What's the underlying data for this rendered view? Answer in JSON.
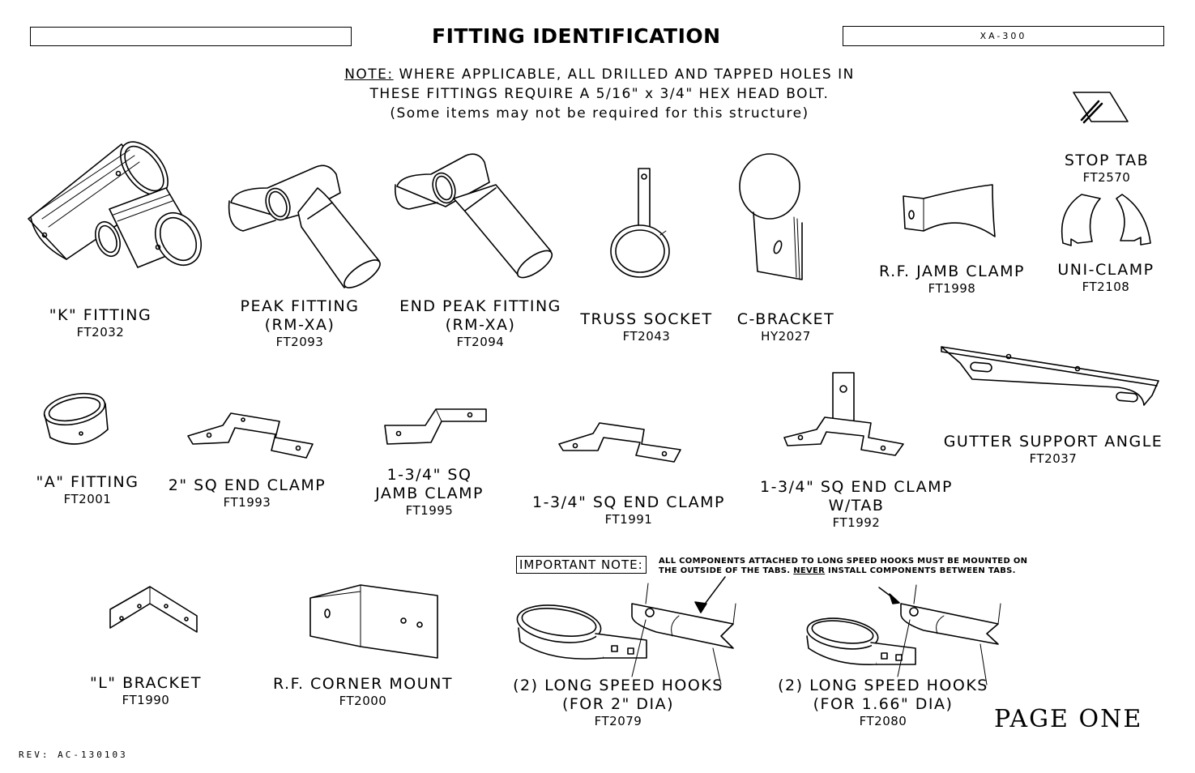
{
  "header": {
    "title": "FITTING IDENTIFICATION",
    "left_box": "",
    "right_box": "XA-300"
  },
  "note": {
    "lead": "NOTE:",
    "line1": " WHERE APPLICABLE, ALL DRILLED AND TAPPED HOLES IN",
    "line2": "THESE FITTINGS REQUIRE A 5/16\" x 3/4\" HEX HEAD BOLT.",
    "line3": "(Some items may not be required for this structure)"
  },
  "parts": {
    "k_fitting": {
      "name": "\"K\" FITTING",
      "code": "FT2032"
    },
    "peak_fitting": {
      "name1": "PEAK FITTING",
      "name2": "(RM-XA)",
      "code": "FT2093"
    },
    "end_peak_fitting": {
      "name1": "END PEAK FITTING",
      "name2": "(RM-XA)",
      "code": "FT2094"
    },
    "truss_socket": {
      "name": "TRUSS SOCKET",
      "code": "FT2043"
    },
    "c_bracket": {
      "name": "C-BRACKET",
      "code": "HY2027"
    },
    "rf_jamb_clamp": {
      "name": "R.F. JAMB CLAMP",
      "code": "FT1998"
    },
    "stop_tab": {
      "name": "STOP TAB",
      "code": "FT2570"
    },
    "uni_clamp": {
      "name": "UNI-CLAMP",
      "code": "FT2108"
    },
    "a_fitting": {
      "name": "\"A\" FITTING",
      "code": "FT2001"
    },
    "sq_end_clamp_2": {
      "name": "2\" SQ END CLAMP",
      "code": "FT1993"
    },
    "sq_jamb_clamp": {
      "name1": "1-3/4\" SQ",
      "name2": "JAMB CLAMP",
      "code": "FT1995"
    },
    "sq_end_clamp_134": {
      "name": "1-3/4\" SQ END CLAMP",
      "code": "FT1991"
    },
    "sq_end_clamp_tab": {
      "name1": "1-3/4\" SQ END CLAMP",
      "name2": "W/TAB",
      "code": "FT1992"
    },
    "gutter_support": {
      "name": "GUTTER SUPPORT ANGLE",
      "code": "FT2037"
    },
    "l_bracket": {
      "name": "\"L\" BRACKET",
      "code": "FT1990"
    },
    "rf_corner_mount": {
      "name": "R.F. CORNER MOUNT",
      "code": "FT2000"
    },
    "long_hooks_2": {
      "name1": "(2) LONG SPEED HOOKS",
      "name2": "(FOR 2\" DIA)",
      "code": "FT2079"
    },
    "long_hooks_166": {
      "name1": "(2) LONG SPEED HOOKS",
      "name2": "(FOR 1.66\" DIA)",
      "code": "FT2080"
    }
  },
  "important": {
    "label": "IMPORTANT NOTE:",
    "line1": "ALL COMPONENTS ATTACHED TO LONG SPEED HOOKS MUST BE MOUNTED ON",
    "line2a": "THE OUTSIDE OF THE TABS. ",
    "line2b": "NEVER",
    "line2c": " INSTALL COMPONENTS BETWEEN TABS."
  },
  "footer": {
    "page": "PAGE ONE",
    "rev": "REV: AC-130103"
  }
}
